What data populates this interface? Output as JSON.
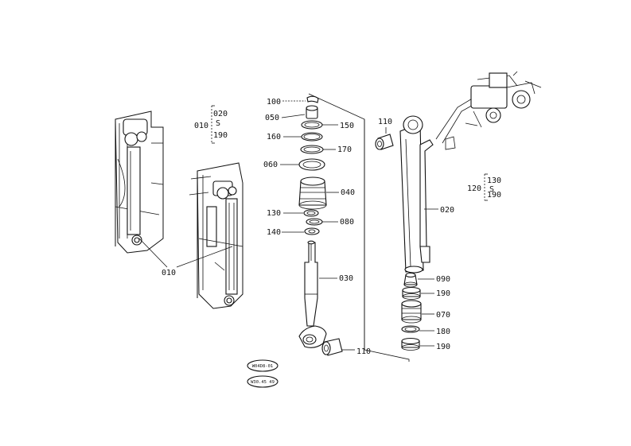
{
  "diagram": {
    "callouts": {
      "p010_group": "010",
      "p020_top": "020",
      "range_mark": "S",
      "p190_group": "190",
      "p010_bottom": "010",
      "p100": "100",
      "p050": "050",
      "p150": "150",
      "p160": "160",
      "p170": "170",
      "p060": "060",
      "p040": "040",
      "p130": "130",
      "p080": "080",
      "p140": "140",
      "p030": "030",
      "p110_bottom": "110",
      "p110_top": "110",
      "p020": "020",
      "p120": "120",
      "p130_group": "130",
      "range_mark_2": "S",
      "p190_group2": "190",
      "p090": "090",
      "p190_a": "190",
      "p070": "070",
      "p180": "180",
      "p190_b": "190"
    },
    "stamps": {
      "top": "W04D8-01",
      "bottom": "W30.45 49"
    }
  }
}
